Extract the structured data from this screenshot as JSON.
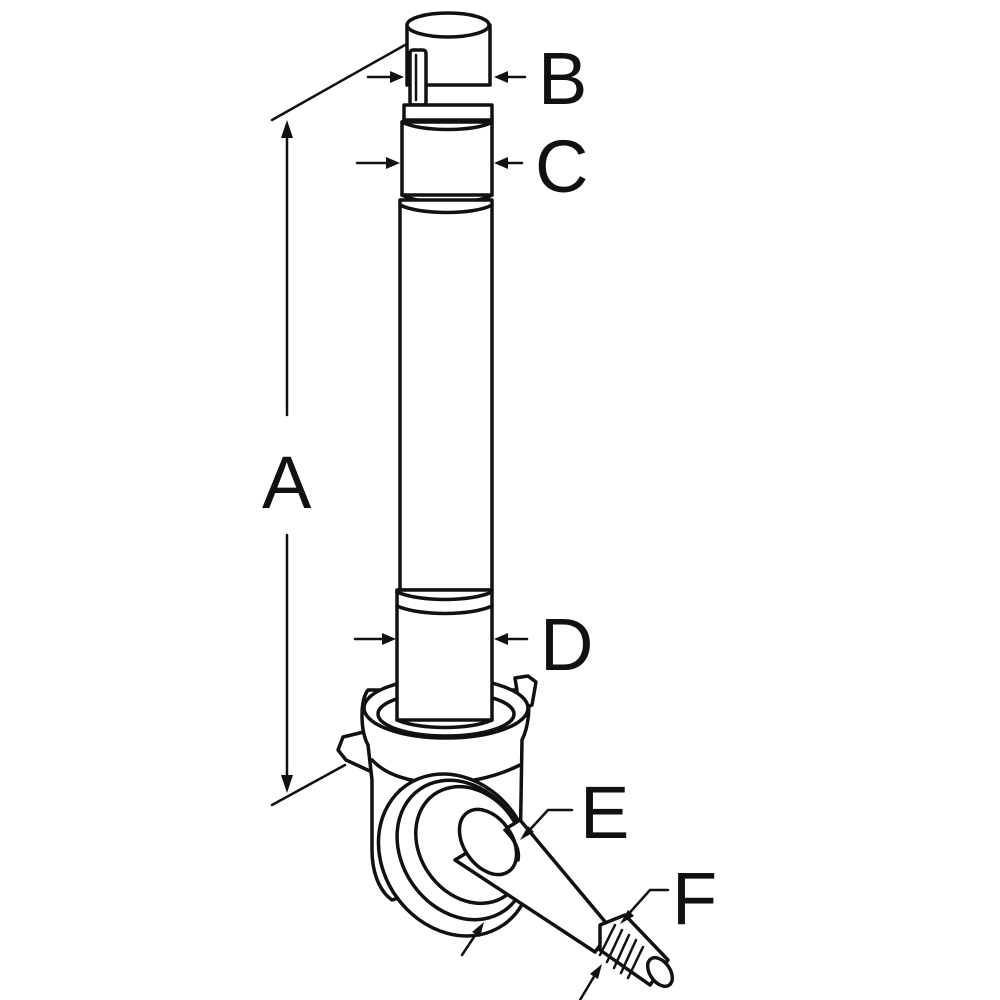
{
  "diagram": {
    "labels": {
      "A": "A",
      "B": "B",
      "C": "C",
      "D": "D",
      "E": "E",
      "F": "F"
    },
    "colors": {
      "line": "#111111",
      "background": "#ffffff"
    }
  }
}
